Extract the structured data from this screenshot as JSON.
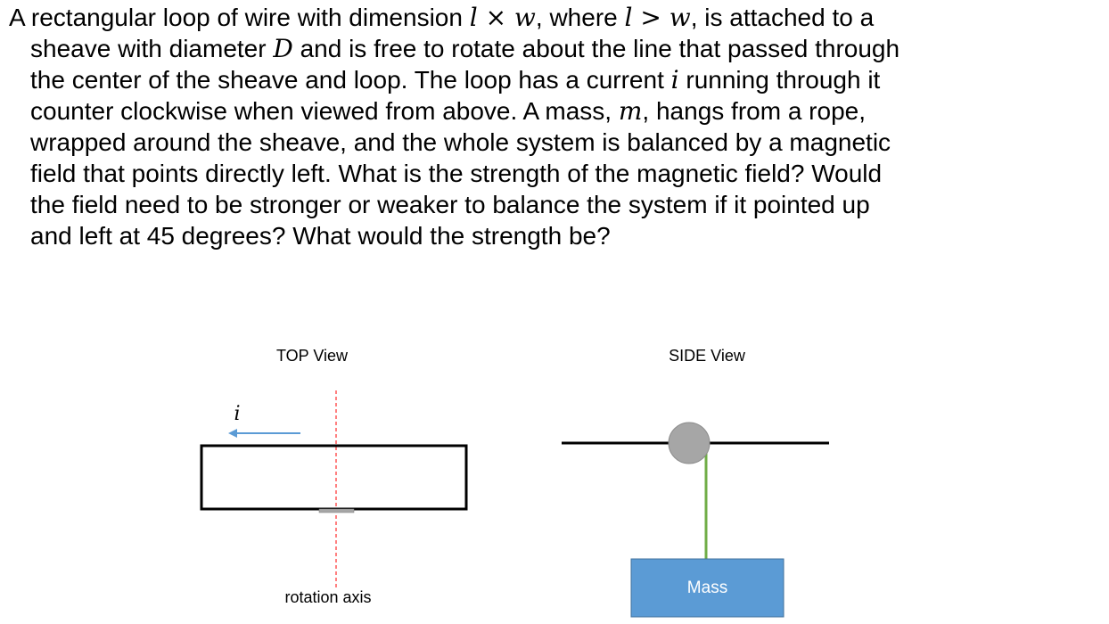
{
  "question": {
    "lines": [
      [
        [
          "A rectangular loop of wire with dimension ",
          false
        ],
        [
          "l × w",
          true
        ],
        [
          ", where ",
          false
        ],
        [
          "l > w",
          true
        ],
        [
          ", is attached to a",
          false
        ]
      ],
      [
        [
          "sheave with diameter ",
          false
        ],
        [
          "D",
          true
        ],
        [
          " and is free to rotate about the line that passed through",
          false
        ]
      ],
      [
        [
          "the center of the sheave and loop. The loop has a current ",
          false
        ],
        [
          "i",
          true
        ],
        [
          " running through it",
          false
        ]
      ],
      [
        [
          "counter clockwise when viewed from above. A mass, ",
          false
        ],
        [
          "m",
          true
        ],
        [
          ", hangs from a rope,",
          false
        ]
      ],
      [
        [
          "wrapped around the sheave, and the whole system is balanced by a magnetic",
          false
        ]
      ],
      [
        [
          "field that points directly left. What is the strength of the magnetic field? Would",
          false
        ]
      ],
      [
        [
          "the field need to be stronger or weaker to balance the system if it pointed up",
          false
        ]
      ],
      [
        [
          "and left at 45 degrees? What would the strength be?",
          false
        ]
      ]
    ]
  },
  "top_view": {
    "title": "TOP View",
    "current_label": "i",
    "axis_label": "rotation axis"
  },
  "side_view": {
    "title": "SIDE View",
    "mass_label": "Mass"
  },
  "colors": {
    "arrow": "#5b9bd5",
    "axis": "#ff0000",
    "sheave": "#a6a6a6",
    "rope": "#70ad47",
    "mass": "#5b9bd5"
  }
}
